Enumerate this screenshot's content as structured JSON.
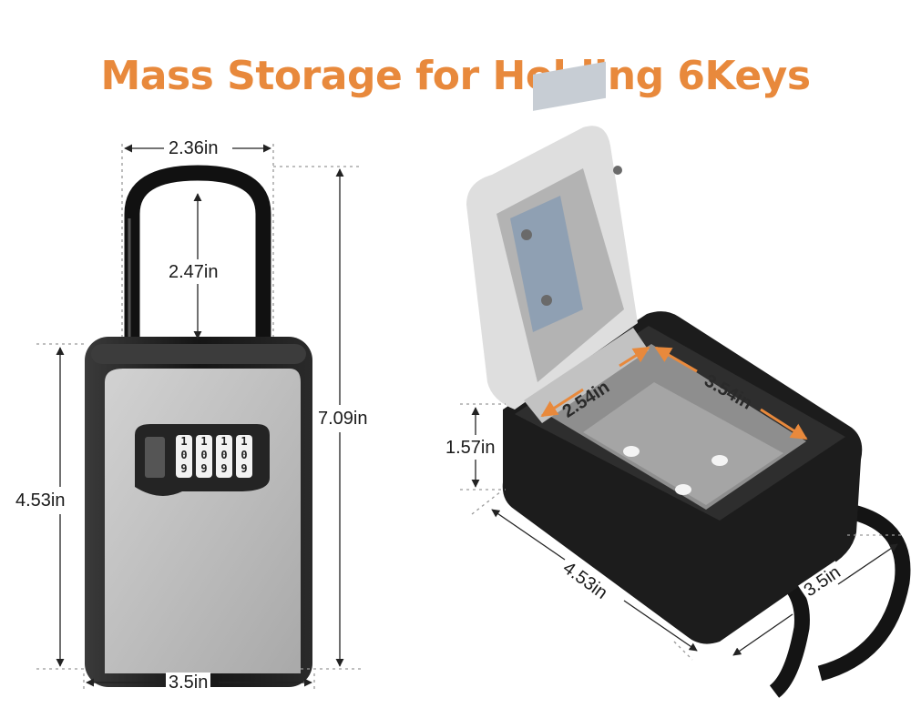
{
  "title": "Mass Storage for Holding 6Keys",
  "colors": {
    "title": "#e8893c",
    "body_black": "#1c1c1c",
    "face_gray": "#b9b9b9",
    "dimension_arrow_orange": "#e8893c"
  },
  "dimensions_front": {
    "shackle_width": "2.36in",
    "shackle_height": "2.47in",
    "total_height": "7.09in",
    "body_height": "4.53in",
    "body_width": "3.5in"
  },
  "dimensions_open": {
    "inner_width": "2.54in",
    "inner_length": "3.54in",
    "depth": "1.57in",
    "outer_length": "4.53in",
    "outer_width": "3.5in"
  },
  "dial_digits": {
    "top_row": [
      "1",
      "1",
      "1",
      "1"
    ],
    "middle_row": [
      "0",
      "0",
      "0",
      "0"
    ],
    "bottom_row": [
      "9",
      "9",
      "9",
      "9"
    ]
  }
}
